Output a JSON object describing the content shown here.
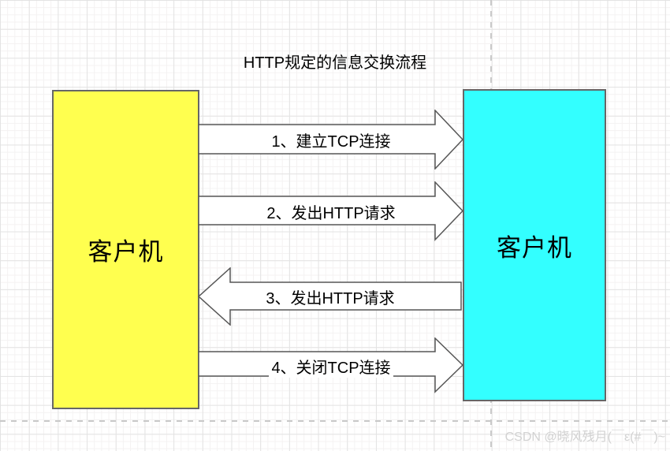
{
  "title": "HTTP规定的信息交换流程",
  "nodes": {
    "left": {
      "label": "客户机",
      "fill": "#ffff4f"
    },
    "right": {
      "label": "客户机",
      "fill": "#33ffff"
    }
  },
  "arrows": [
    {
      "step": 1,
      "label": "1、建立TCP连接",
      "direction": "right",
      "from": "left-node",
      "to": "right-node"
    },
    {
      "step": 2,
      "label": "2、发出HTTP请求",
      "direction": "right",
      "from": "left-node",
      "to": "right-node"
    },
    {
      "step": 3,
      "label": "3、发出HTTP请求",
      "direction": "left",
      "from": "right-node",
      "to": "left-node"
    },
    {
      "step": 4,
      "label": "4、关闭TCP连接",
      "direction": "right",
      "from": "left-node",
      "to": "right-node"
    }
  ],
  "watermark": "CSDN @晓风残月(￣ε(#￣)~",
  "colors": {
    "left_node_fill": "#ffff4f",
    "right_node_fill": "#33ffff",
    "node_border": "#666666",
    "arrow_fill": "#ffffff",
    "arrow_border": "#565656",
    "grid_major": "#e3e3e3",
    "grid_minor": "#f4f2f2",
    "page_boundary_dash": "#c9c9c9",
    "watermark_text": "#d2d2d2",
    "label_text": "#000000"
  }
}
